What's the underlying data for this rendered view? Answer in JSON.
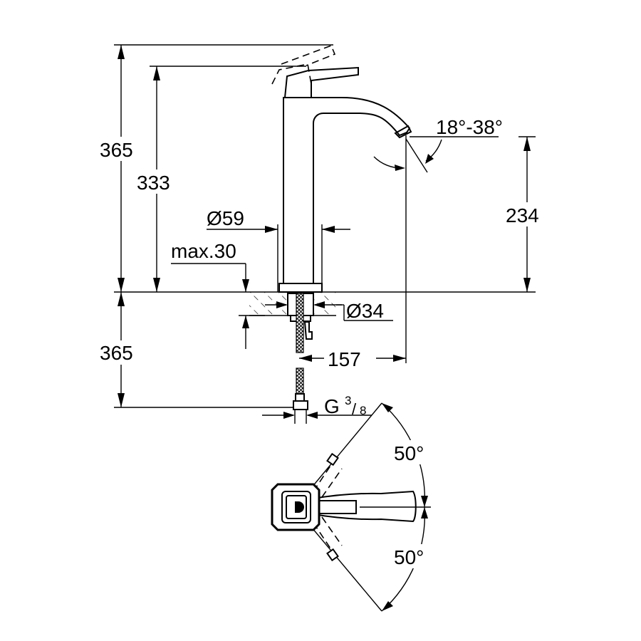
{
  "dimensions": {
    "total_height_top": "365",
    "handle_height": "333",
    "spout_height": "234",
    "spout_angle": "18°-38°",
    "base_diameter": "Ø59",
    "max_counter_thickness": "max.30",
    "hole_diameter": "Ø34",
    "spout_reach": "157",
    "hose_length": "365",
    "connection_thread": "G",
    "thread_num": "3",
    "thread_den": "8",
    "rotation_up": "50°",
    "rotation_down": "50°"
  },
  "colors": {
    "line": "#000000",
    "background": "#ffffff"
  }
}
